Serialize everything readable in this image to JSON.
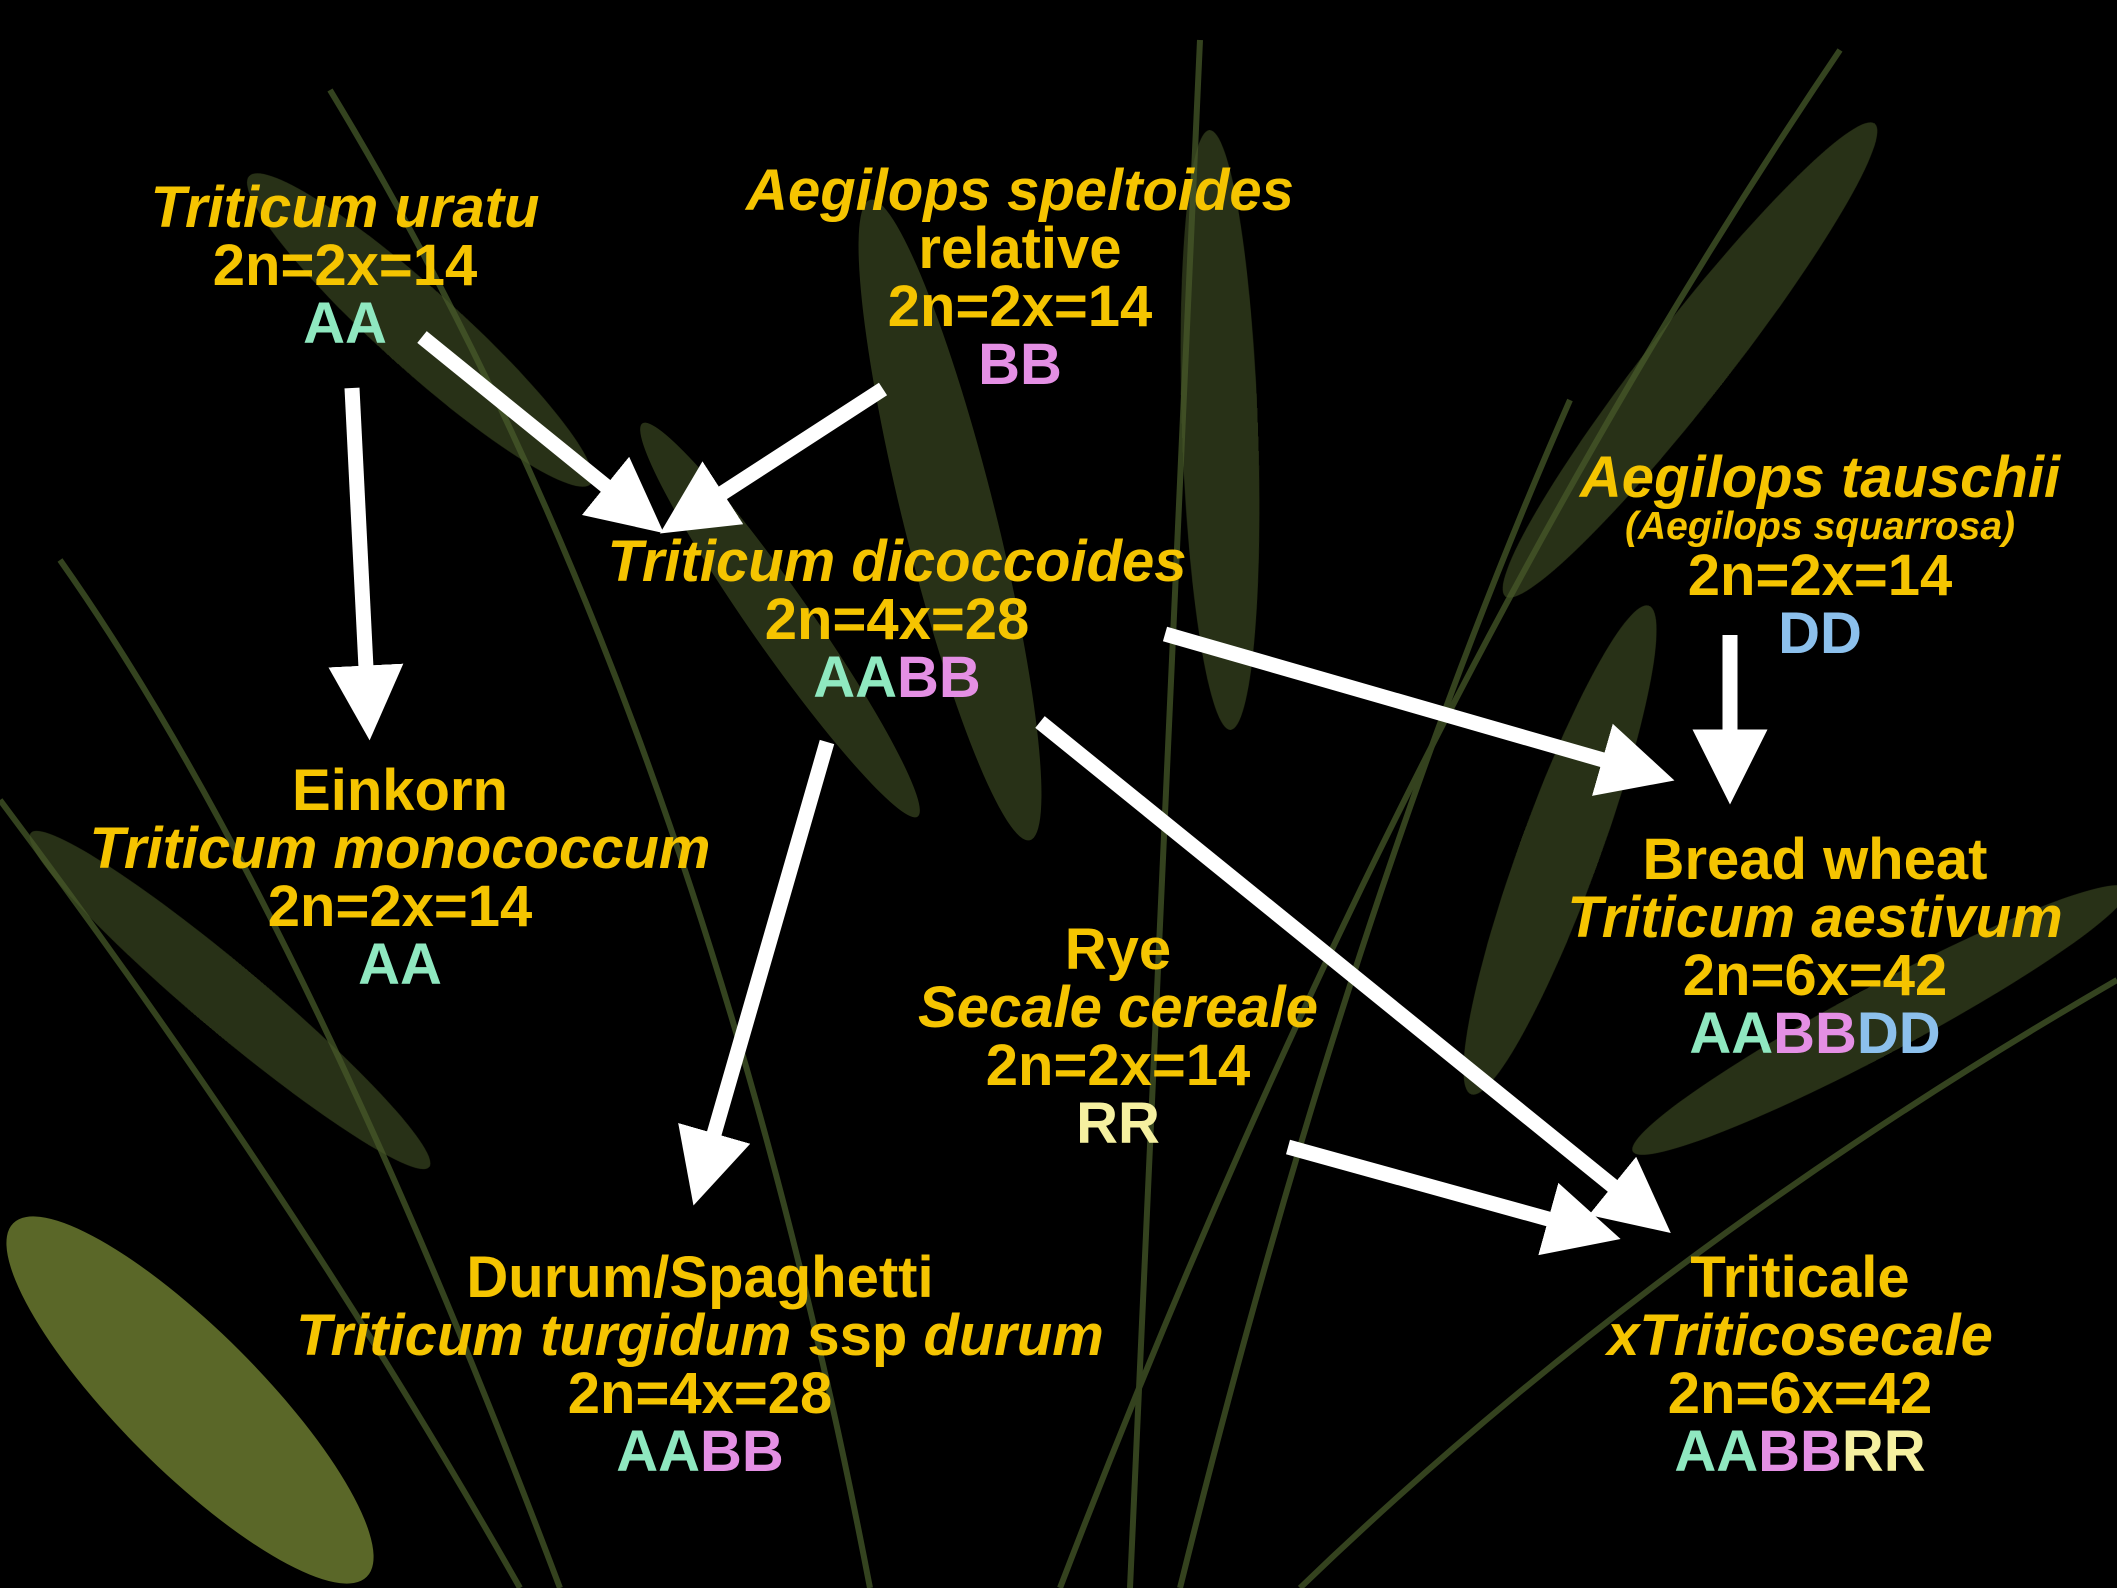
{
  "colors": {
    "label": "#f5c400",
    "genome_A": "#8fe8c0",
    "genome_B": "#e48fe4",
    "genome_D": "#8cc0ec",
    "genome_R": "#f5f0a0",
    "arrow": "#ffffff",
    "background": "#000000"
  },
  "nodes": {
    "urartu": {
      "lines": [
        "Triticum uratu",
        "2n=2x=14"
      ],
      "genome": [
        "AA"
      ]
    },
    "speltoides": {
      "lines": [
        "Aegilops speltoides",
        "relative",
        "2n=2x=14"
      ],
      "genome": [
        "BB"
      ]
    },
    "dicoccoides": {
      "lines": [
        "Triticum dicoccoides",
        "2n=4x=28"
      ],
      "genome": [
        "AA",
        "BB"
      ]
    },
    "tauschii": {
      "lines": [
        "Aegilops tauschii",
        "(Aegilops squarrosa)",
        "2n=2x=14"
      ],
      "genome": [
        "DD"
      ]
    },
    "einkorn": {
      "lines": [
        "Einkorn",
        "Triticum monococcum",
        "2n=2x=14"
      ],
      "genome": [
        "AA"
      ]
    },
    "bread_wheat": {
      "lines": [
        "Bread wheat",
        "Triticum aestivum",
        "2n=6x=42"
      ],
      "genome": [
        "AA",
        "BB",
        "DD"
      ]
    },
    "rye": {
      "lines": [
        "Rye",
        "Secale cereale",
        "2n=2x=14"
      ],
      "genome": [
        "RR"
      ]
    },
    "durum": {
      "lines": [
        "Durum/Spaghetti",
        "2n=4x=28"
      ],
      "title_parts": [
        "Triticum turgidum",
        " ssp ",
        "durum"
      ],
      "genome": [
        "AA",
        "BB"
      ]
    },
    "triticale": {
      "lines": [
        "Triticale",
        "xTriticosecale",
        "2n=6x=42"
      ],
      "genome": [
        "AA",
        "BB",
        "RR"
      ]
    }
  },
  "edges": [
    {
      "from": "Triticum uratu",
      "to": "Einkorn"
    },
    {
      "from": "Triticum uratu",
      "to": "Triticum dicoccoides"
    },
    {
      "from": "Aegilops speltoides",
      "to": "Triticum dicoccoides"
    },
    {
      "from": "Triticum dicoccoides",
      "to": "Durum/Spaghetti"
    },
    {
      "from": "Triticum dicoccoides",
      "to": "Bread wheat"
    },
    {
      "from": "Triticum dicoccoides",
      "to": "Triticale"
    },
    {
      "from": "Aegilops tauschii",
      "to": "Bread wheat"
    },
    {
      "from": "Rye",
      "to": "Triticale"
    }
  ]
}
